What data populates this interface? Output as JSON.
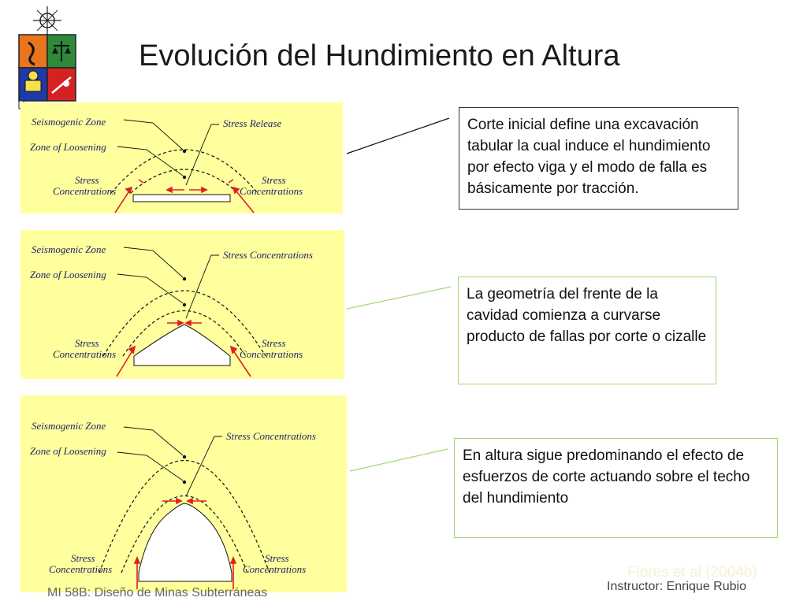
{
  "title": "Evolución del Hundimiento en Altura",
  "colors": {
    "panel": "#ffff9e",
    "label": "#1e2466",
    "arrow": "#e02020",
    "box1_border": "#333333",
    "box_green_border": "#a6d86c"
  },
  "panels": [
    {
      "seismogenic": "Seismogenic Zone",
      "loosening": "Zone of Loosening",
      "callout": "Stress Release",
      "stress_left": [
        "Stress",
        "Concentrations"
      ],
      "stress_right": [
        "Stress",
        "Concentrations"
      ]
    },
    {
      "seismogenic": "Seismogenic Zone",
      "loosening": "Zone of Loosening",
      "callout": "Stress Concentrations",
      "stress_left": [
        "Stress",
        "Concentrations"
      ],
      "stress_right": [
        "Stress",
        "Concentrations"
      ]
    },
    {
      "seismogenic": "Seismogenic Zone",
      "loosening": "Zone of Loosening",
      "callout": "Stress Concentrations",
      "stress_left": [
        "Stress",
        "Concentrations"
      ],
      "stress_right": [
        "Stress",
        "Concentrations"
      ]
    }
  ],
  "notes": [
    "Corte inicial define una excavación tabular la cual induce el hundimiento por efecto viga y el modo de falla es básicamente por tracción.",
    "La geometría del frente de la cavidad comienza a curvarse producto de fallas por corte o cizalle",
    "En altura sigue predominando el efecto de esfuerzos de corte actuando sobre el techo del hundimiento"
  ],
  "credit": "Flores et al (2004b)",
  "footer_left": "MI 58B: Diseño de Minas Subterráneas",
  "footer_right": "Instructor: Enrique Rubio"
}
